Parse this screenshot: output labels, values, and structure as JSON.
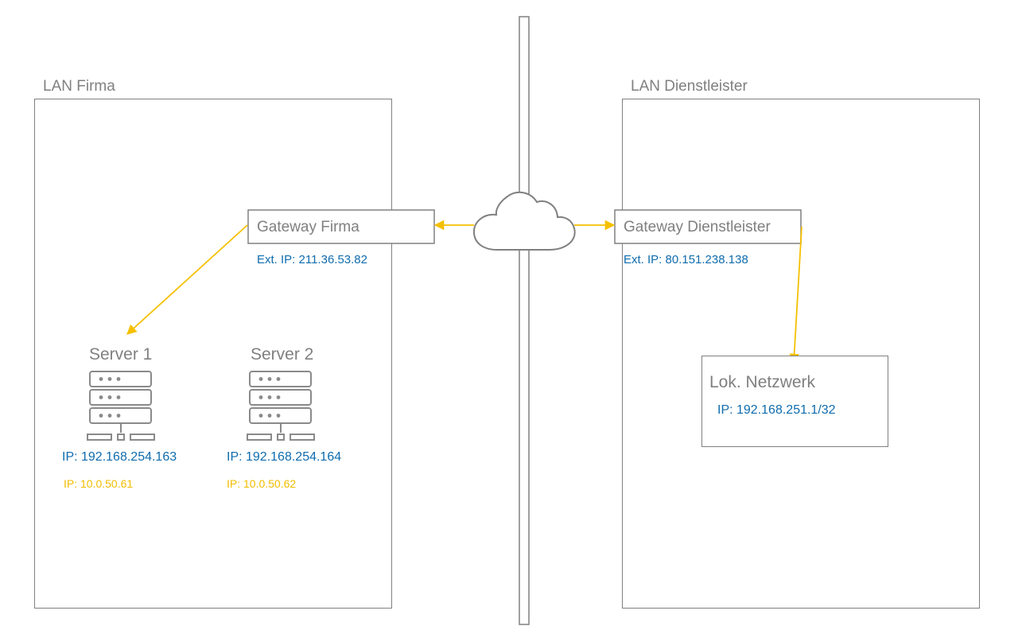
{
  "colors": {
    "line": "#808080",
    "arrow": "#f5c000",
    "ip_blue": "#0f6cae",
    "ip_yellow": "#f2bd00",
    "text_gray": "#808080"
  },
  "lan_firma": {
    "label": "LAN Firma",
    "gateway": {
      "label": "Gateway Firma",
      "ext_ip": "Ext. IP: 211.36.53.82"
    },
    "servers": [
      {
        "label": "Server 1",
        "ip": "IP: 192.168.254.163",
        "ip2": "IP: 10.0.50.61",
        "icon": "server-icon"
      },
      {
        "label": "Server 2",
        "ip": "IP: 192.168.254.164",
        "ip2": "IP: 10.0.50.62",
        "icon": "server-icon"
      }
    ]
  },
  "lan_dienstleister": {
    "label": "LAN Dienstleister",
    "gateway": {
      "label": "Gateway Dienstleister",
      "ext_ip": "Ext. IP: 80.151.238.138"
    },
    "network": {
      "label": "Lok. Netzwerk",
      "ip": "IP: 192.168.251.1/32"
    }
  },
  "internet": {
    "icon": "cloud-icon"
  }
}
